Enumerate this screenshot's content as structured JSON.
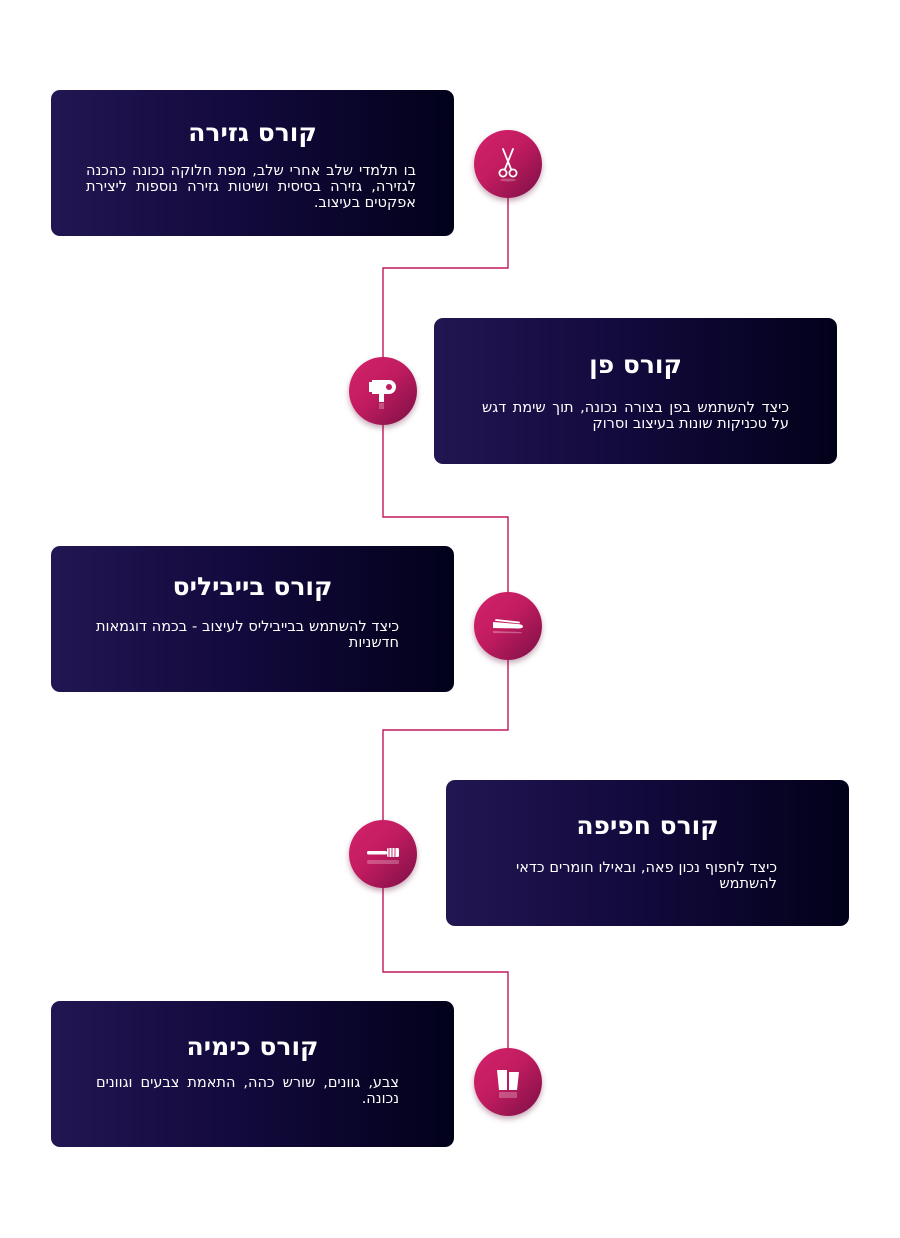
{
  "courses": [
    {
      "title": "קורס גזירה",
      "description": "בו תלמדי שלב אחרי שלב, מפת חלוקה נכונה כהכנה לגזירה, גזירה בסיסית ושיטות גזירה נוספות ליצירת אפקטים בעיצוב.",
      "icon": "scissors-icon"
    },
    {
      "title": "קורס פן",
      "description": "כיצד להשתמש בפן בצורה נכונה, תוך שימת דגש על טכניקות שונות בעיצוב וסרוק",
      "icon": "hair-dryer-icon"
    },
    {
      "title": "קורס בייביליס",
      "description": "כיצד להשתמש בבייביליס לעיצוב - בכמה דוגמאות חדשניות",
      "icon": "hair-straightener-icon"
    },
    {
      "title": "קורס חפיפה",
      "description": "כיצד לחפוף נכון פאה, ובאילו חומרים כדאי להשתמש",
      "icon": "comb-brush-icon"
    },
    {
      "title": "קורס כימיה",
      "description": "צבע, גוונים, שורש כהה, התאמת צבעים וגוונים נכונה.",
      "icon": "dye-bottles-icon"
    }
  ],
  "colors": {
    "card_gradient_start": "#221652",
    "card_gradient_end": "#02011a",
    "node_pink": "#d4226a",
    "node_dark": "#7b0f45",
    "connector_line": "#c2185b"
  }
}
